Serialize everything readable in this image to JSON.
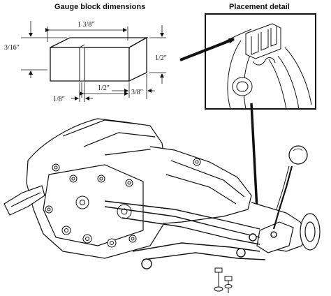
{
  "titles": {
    "gauge": "Gauge block dimensions",
    "placement": "Placement detail"
  },
  "dimensions": {
    "length": "1 3/8″",
    "left_height": "3/16″",
    "right_height": "1/2″",
    "slot_offset": "1/2″",
    "slot_width": "1/8″",
    "end_depth": "3/8″"
  },
  "colors": {
    "line": "#111111",
    "background": "#ffffff"
  },
  "icons": {
    "arrow_to_detail": "arrow-right-icon",
    "arrow_to_linkage": "arrow-down-icon",
    "shifter": "shift-lever-icon"
  }
}
